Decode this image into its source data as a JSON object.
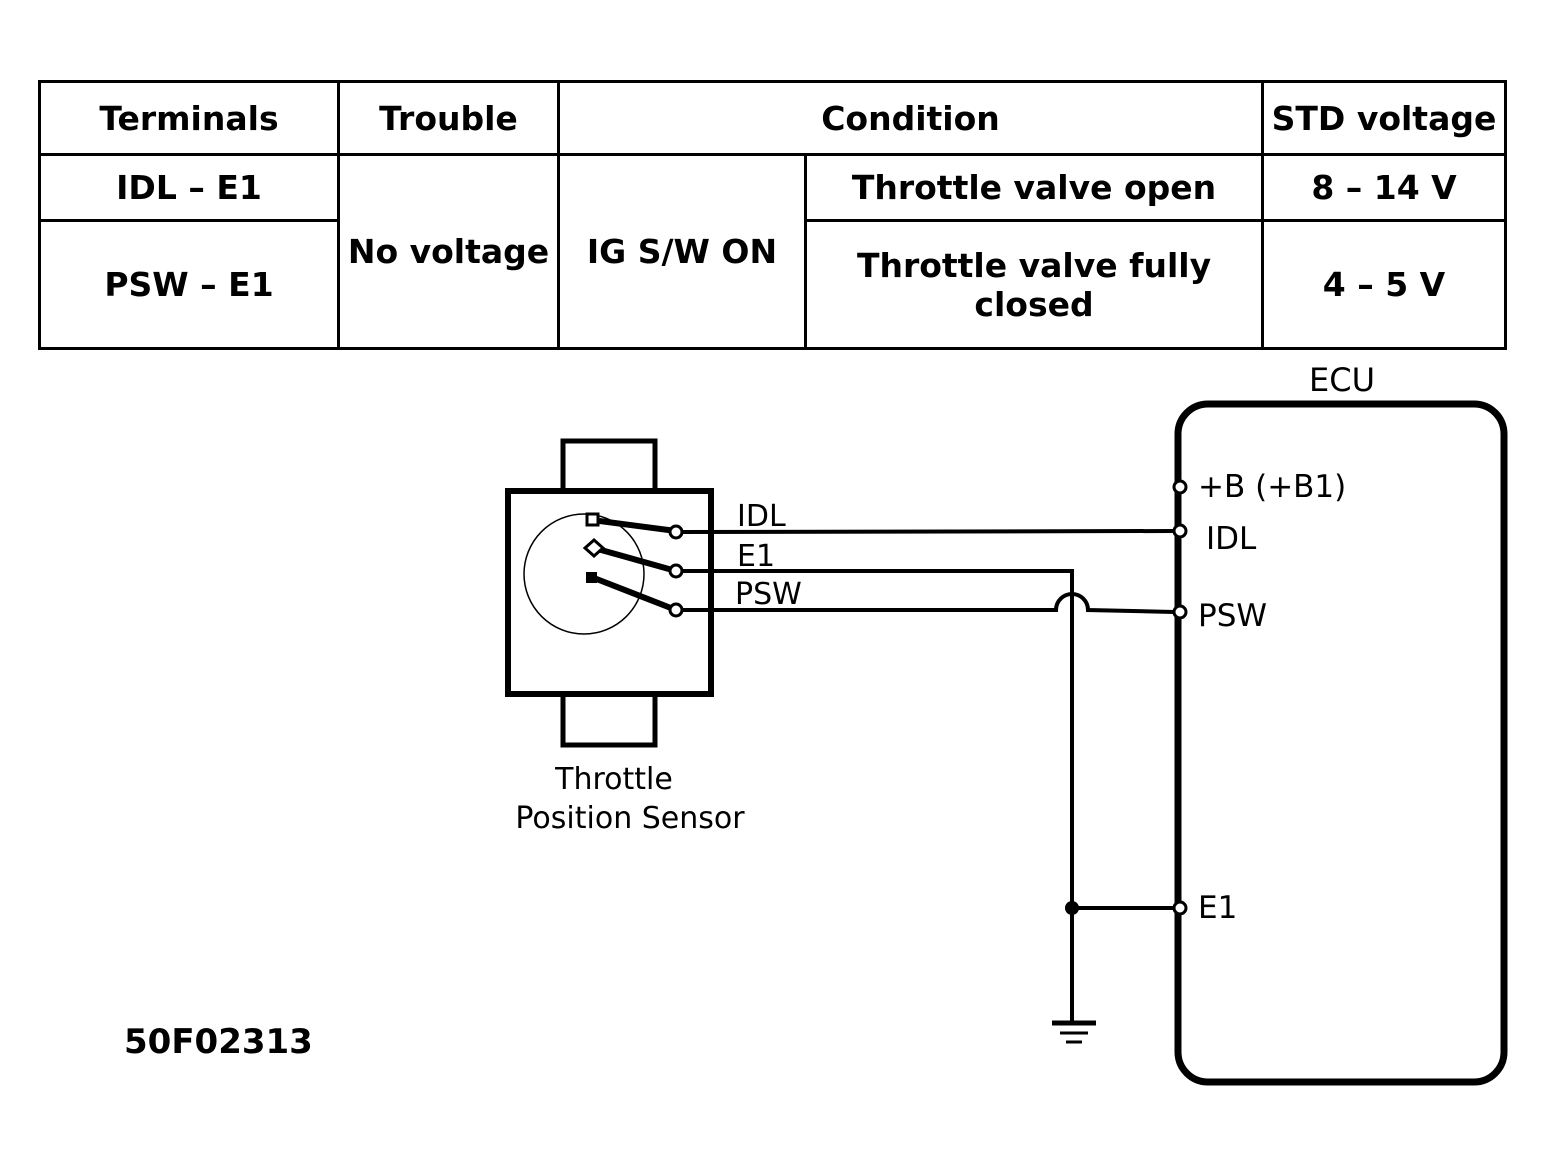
{
  "table": {
    "headers": {
      "terminals": "Terminals",
      "trouble": "Trouble",
      "condition": "Condition",
      "std_voltage": "STD voltage"
    },
    "rows": [
      {
        "terminals": "IDL – E1",
        "condition_detail": "Throttle valve open",
        "std_voltage": "8 – 14 V"
      },
      {
        "terminals": "PSW – E1",
        "condition_detail": "Throttle valve fully closed",
        "std_voltage": "4 – 5 V"
      }
    ],
    "trouble": "No voltage",
    "condition_main": "IG S/W ON"
  },
  "diagram": {
    "ecu": {
      "title": "ECU",
      "terminals": [
        "+B (+B1)",
        "IDL",
        "PSW",
        "E1"
      ]
    },
    "sensor": {
      "name_line1": "Throttle",
      "name_line2": "Position Sensor",
      "wire_labels": [
        "IDL",
        "E1",
        "PSW"
      ]
    }
  },
  "figure_code": "50F02313"
}
